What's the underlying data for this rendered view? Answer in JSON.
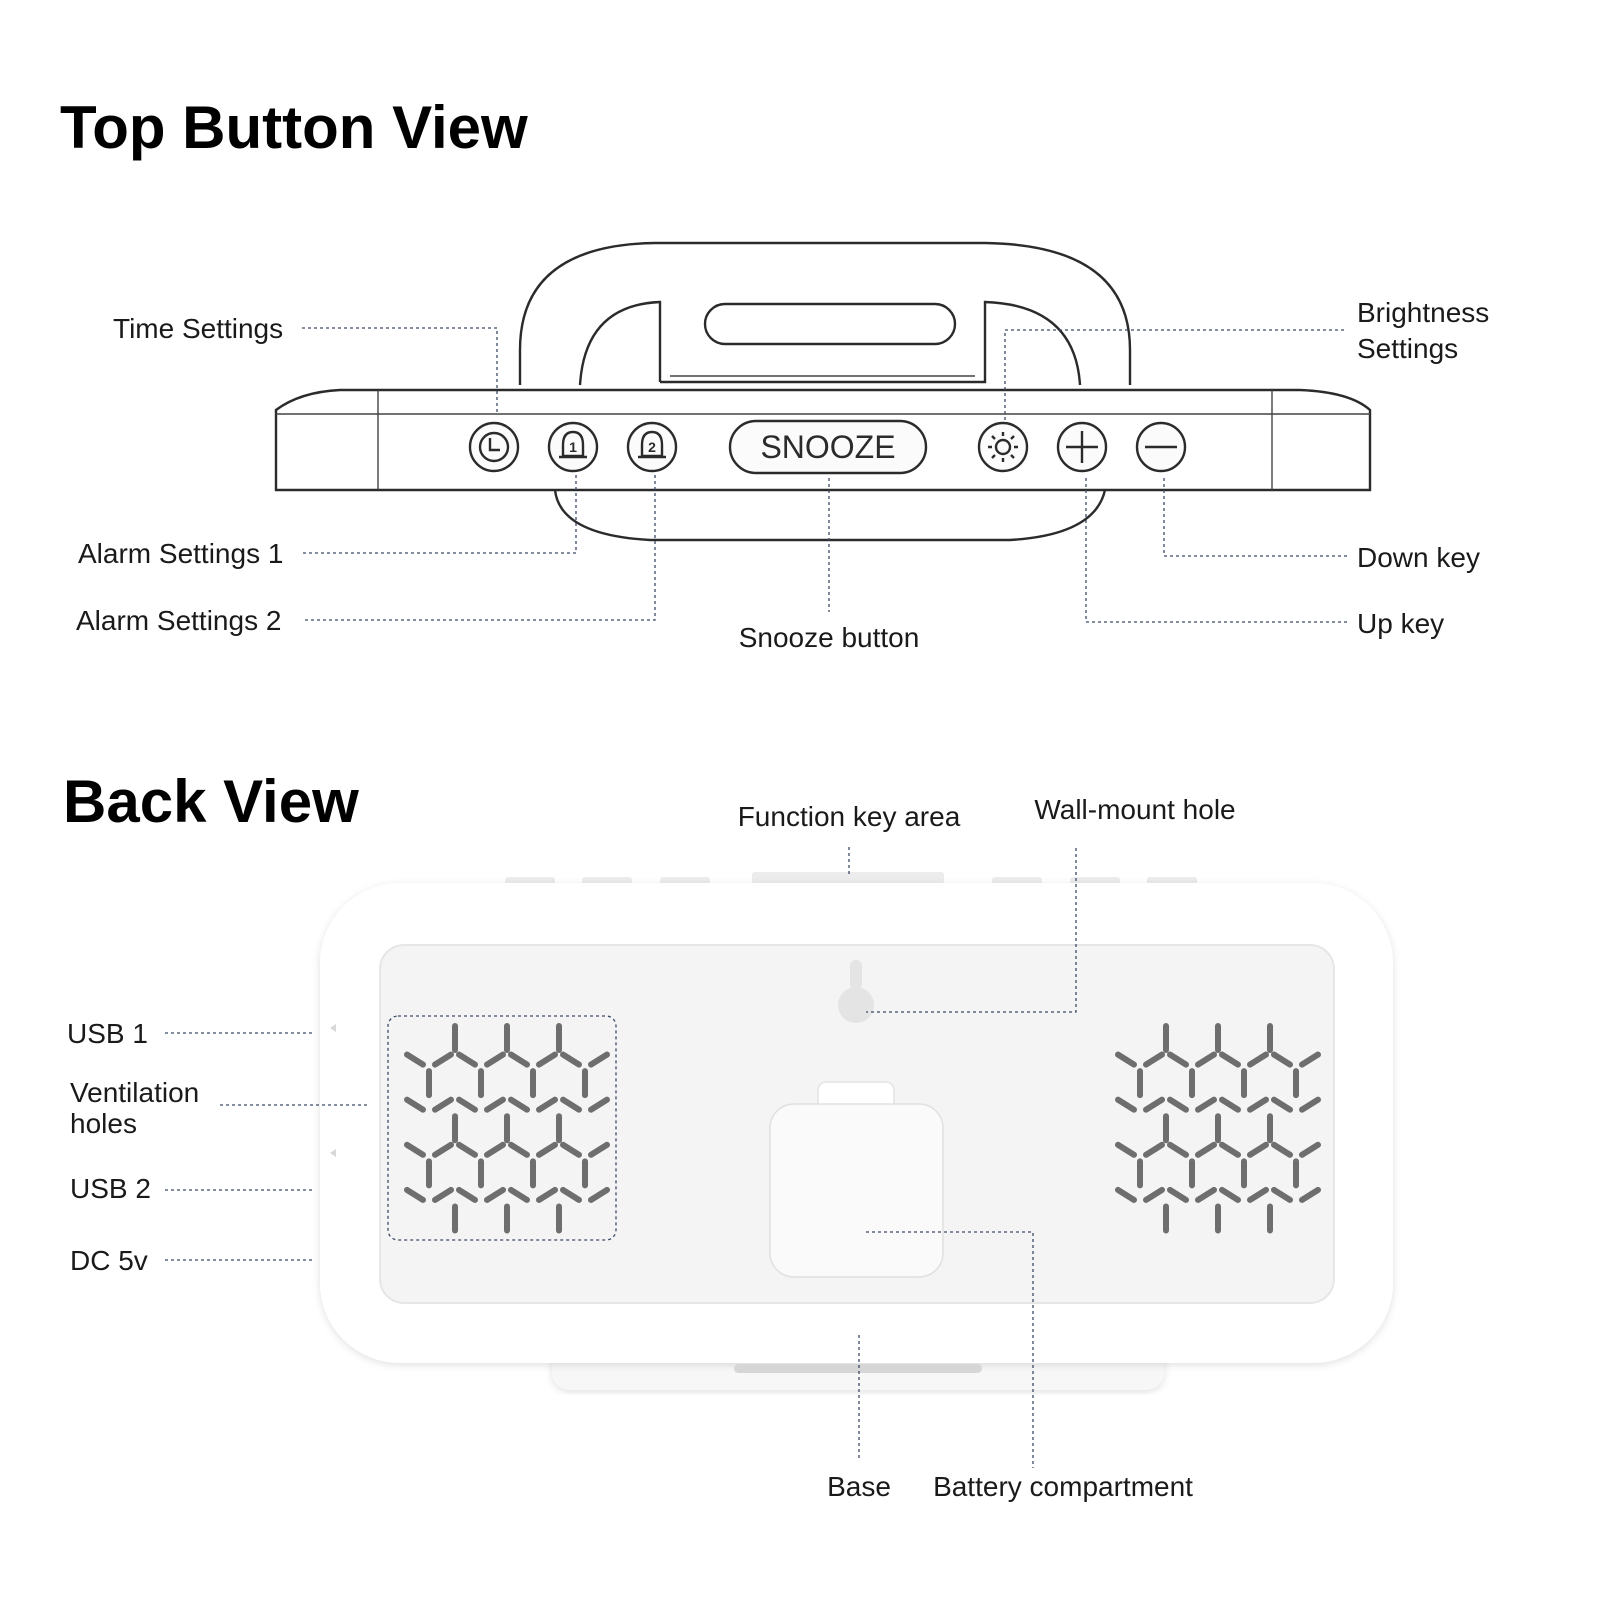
{
  "top_view": {
    "title": "Top Button View",
    "snooze_text": "SNOOZE",
    "alarm_1_digit": "1",
    "alarm_2_digit": "2",
    "labels": {
      "time_settings": "Time Settings",
      "alarm_settings_1": "Alarm Settings 1",
      "alarm_settings_2": "Alarm Settings 2",
      "snooze_button": "Snooze button",
      "brightness_line1": "Brightness",
      "brightness_line2": "Settings",
      "down_key": "Down key",
      "up_key": "Up key"
    },
    "icons": [
      "clock-icon",
      "bell-1-icon",
      "bell-2-icon",
      "sun-icon",
      "plus-icon",
      "minus-icon"
    ]
  },
  "back_view": {
    "title": "Back View",
    "labels": {
      "function_key_area": "Function key area",
      "wall_mount_hole": "Wall-mount hole",
      "usb_1": "USB 1",
      "ventilation_line1": "Ventilation",
      "ventilation_line2": "holes",
      "usb_2": "USB 2",
      "dc_5v": "DC 5v",
      "base": "Base",
      "battery_compartment": "Battery compartment"
    }
  },
  "colors": {
    "leader_line": "#3b4a66",
    "outline": "#2b2b2b",
    "vent_holes": "#6e6e6e",
    "back_body": "#ffffff",
    "back_panel": "#f4f4f4"
  }
}
